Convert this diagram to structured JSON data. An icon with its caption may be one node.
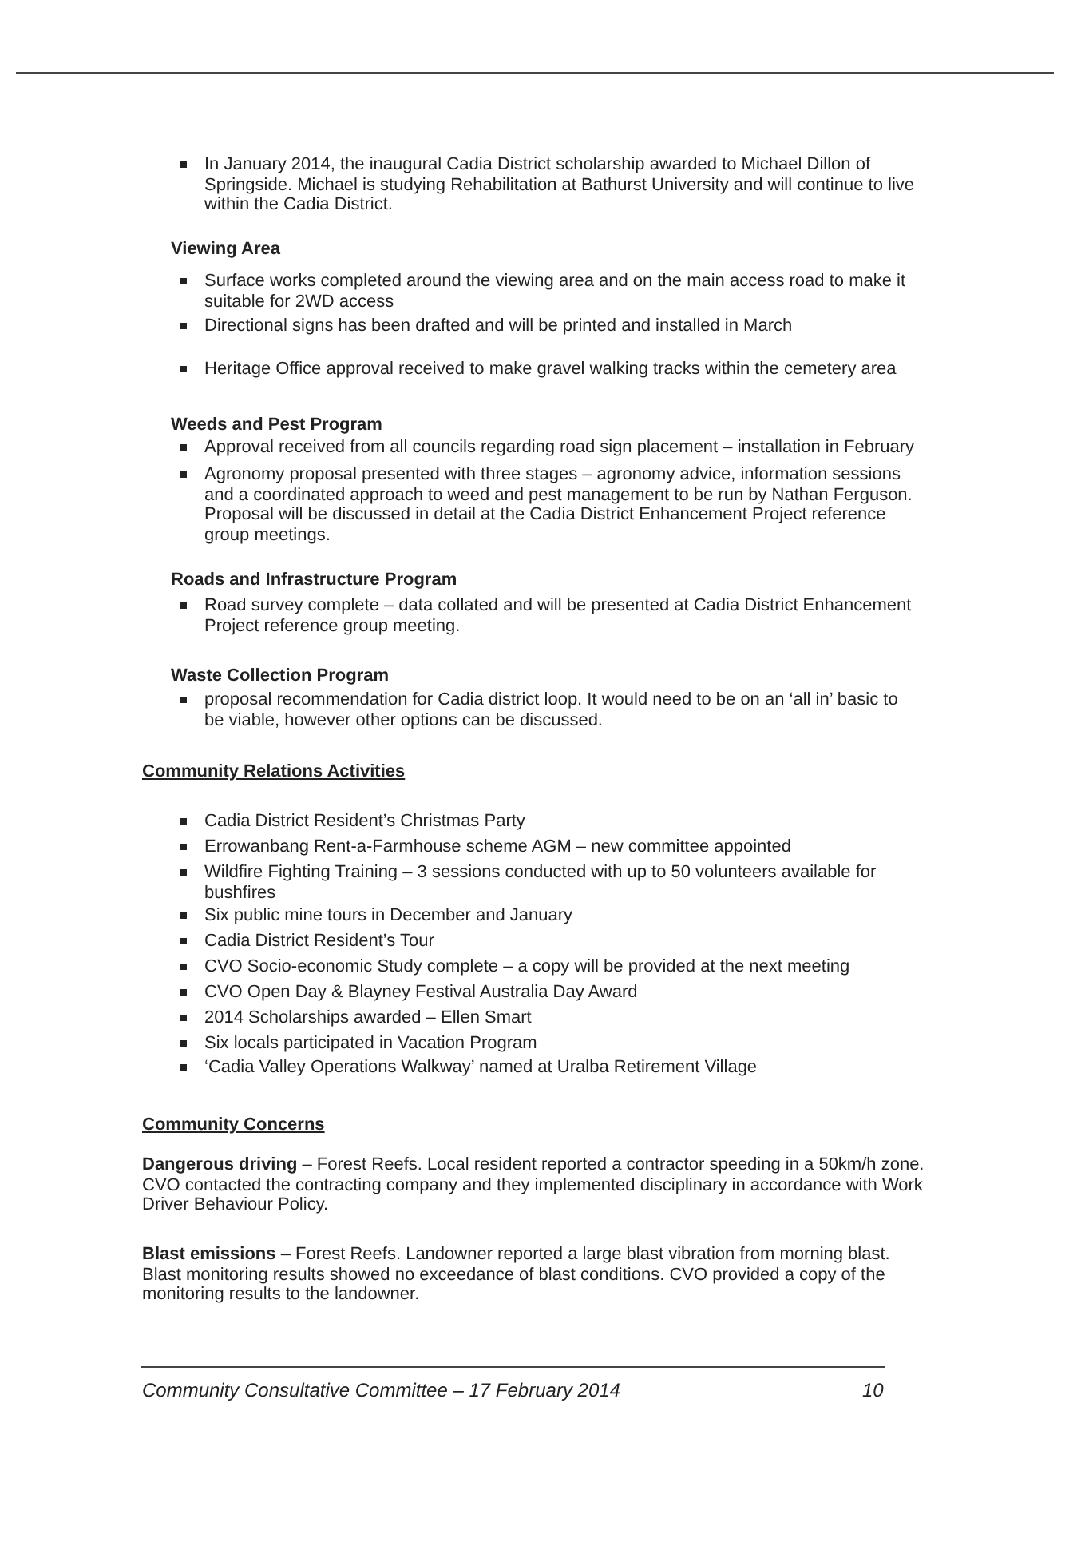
{
  "diagram": {
    "labels": [
      "In January 2014, the inaugural Cadia District scholarship awarded to Michael Dillon of Springside. Michael is studying Rehabilitation at Bathurst University and will continue to live within the Cadia District.",
      "Viewing Area",
      "Surface works completed around the viewing area and on the main access road to make it suitable for 2WD access",
      "Directional signs has been drafted and will be printed and installed in March",
      "Heritage Office approval received to make gravel walking tracks within the cemetery area",
      "Weeds and Pest Program",
      "Approval received from all councils regarding road sign placement – installation in February",
      "Agronomy proposal presented with three stages – agronomy advice, information sessions and a coordinated approach to weed and pest management to be run by Nathan Ferguson. Proposal will be discussed in detail at the Cadia District Enhancement Project reference group meetings.",
      "Roads and Infrastructure Program",
      "Road survey complete – data collated and will be presented at Cadia District Enhancement Project reference group meeting.",
      "Waste Collection Program",
      "proposal recommendation for Cadia district loop. It would need to be on an ‘all in’ basic to be viable, however other options can be discussed.",
      "Community Relations Activities",
      "Cadia District Resident’s Christmas Party",
      "Errowanbang Rent-a-Farmhouse scheme AGM – new committee appointed",
      "Wildfire Fighting Training – 3 sessions conducted with up to 50 volunteers available for bushfires",
      "Six public mine tours in December and January",
      "Cadia District Resident’s Tour",
      "CVO Socio-economic Study complete – a copy will be provided at the next meeting",
      "CVO Open Day & Blayney Festival Australia Day Award",
      "2014 Scholarships awarded – Ellen Smart",
      "Six locals participated in Vacation Program",
      "‘Cadia Valley Operations Walkway’ named at Uralba Retirement Village",
      "Community Concerns",
      "**Dangerous driving** – Forest Reefs. Local resident reported a contractor speeding in a 50km/h zone. CVO contacted the contracting company and they implemented disciplinary in accordance with Work Driver Behaviour Policy.",
      "**Blast emissions** – Forest Reefs. Landowner reported a large blast vibration from morning blast. Blast monitoring results showed no exceedance of blast conditions. CVO provided a copy of the monitoring results to the landowner.",
      "Community Consultative Committee – 17 February 2014",
      "10"
    ]
  }
}
